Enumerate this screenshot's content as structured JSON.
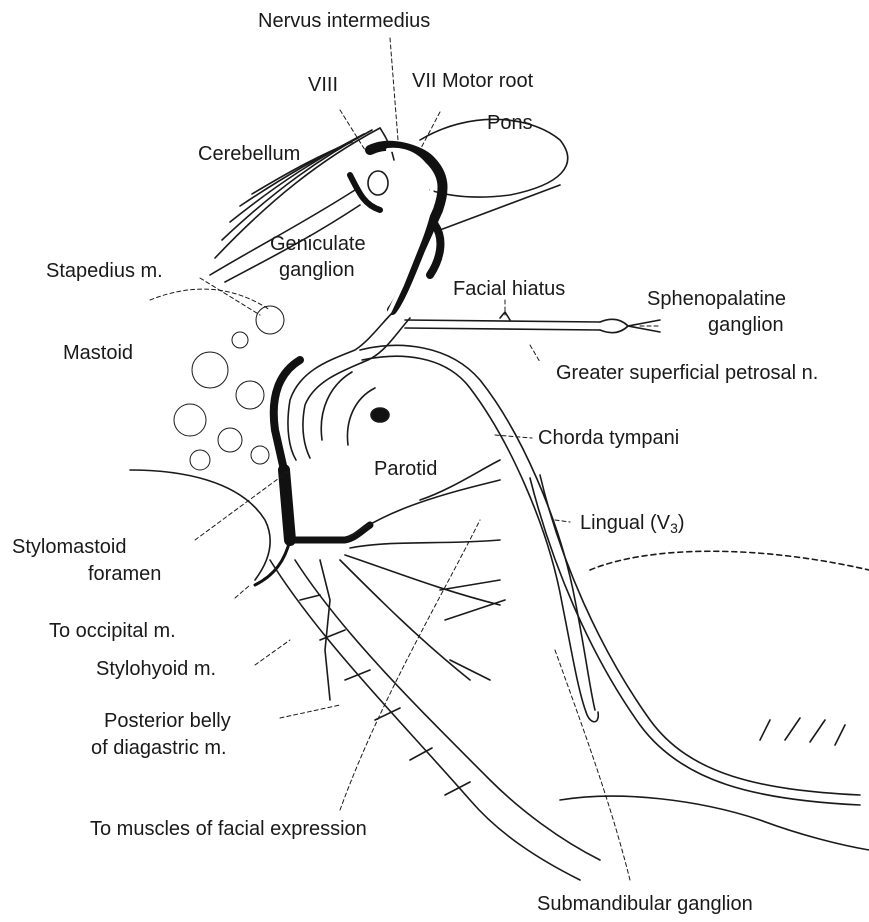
{
  "labels": {
    "nervus_intermedius": "Nervus intermedius",
    "viii": "VIII",
    "vii_motor_root": "VII Motor root",
    "pons": "Pons",
    "cerebellum": "Cerebellum",
    "geniculate_ganglion_l1": "Geniculate",
    "geniculate_ganglion_l2": "ganglion",
    "stapedius": "Stapedius m.",
    "facial_hiatus": "Facial hiatus",
    "sphenopalatine_l1": "Sphenopalatine",
    "sphenopalatine_l2": "ganglion",
    "mastoid": "Mastoid",
    "greater_superficial_petrosal": "Greater superficial petrosal n.",
    "chorda_tympani": "Chorda tympani",
    "parotid": "Parotid",
    "lingual_prefix": "Lingual (V",
    "lingual_sub": "3",
    "lingual_suffix": ")",
    "stylomastoid_l1": "Stylomastoid",
    "stylomastoid_l2": "foramen",
    "to_occipital": "To occipital m.",
    "stylohyoid": "Stylohyoid m.",
    "posterior_belly_l1": "Posterior belly",
    "posterior_belly_l2": "of diagastric m.",
    "to_muscles_facial": "To muscles of facial expression",
    "submandibular": "Submandibular ganglion"
  },
  "colors": {
    "ink": "#1a1a1a",
    "background": "#ffffff"
  }
}
